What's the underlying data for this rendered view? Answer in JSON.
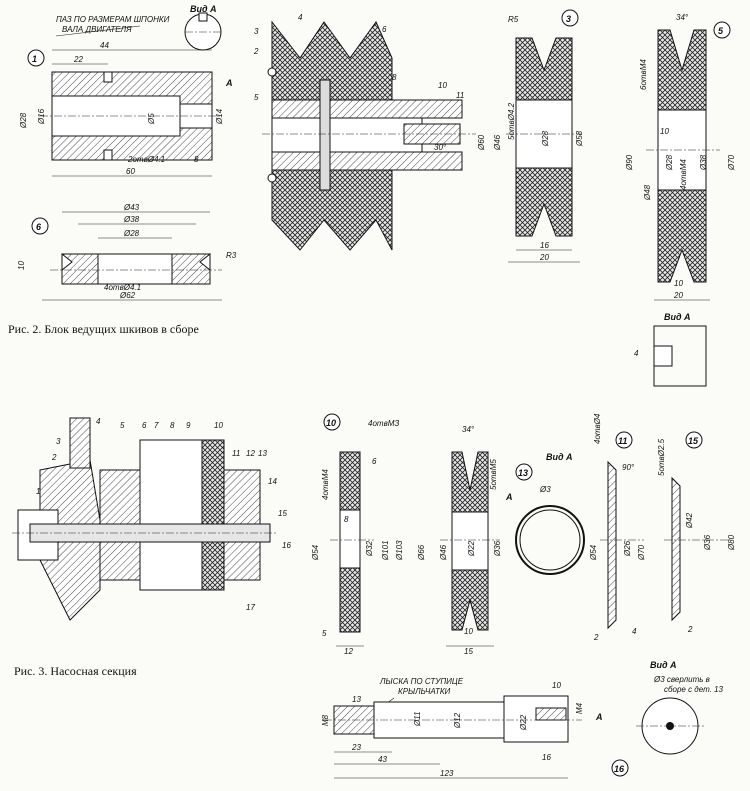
{
  "captions": {
    "fig2": "Рис. 2. Блок ведущих шкивов в сборе",
    "fig3": "Рис. 3. Насосная секция"
  },
  "views": {
    "vid_a": "Вид А",
    "arrow_a": "А"
  },
  "part1": {
    "num": "1",
    "note1": "ПАЗ ПО РАЗМЕРАМ ШПОНКИ",
    "note2": "ВАЛА ДВИГАТЕЛЯ",
    "d_total": "60",
    "d_44": "44",
    "d_22": "22",
    "d_8": "8",
    "d28": "Ø28",
    "d16": "Ø16",
    "d5": "Ø5",
    "d14": "Ø14",
    "holes": "2отвØ4.1"
  },
  "part6": {
    "num": "6",
    "d43": "Ø43",
    "d38": "Ø38",
    "d28": "Ø28",
    "d62": "Ø62",
    "h10": "10",
    "r3": "R3",
    "holes": "4отвØ4.1"
  },
  "assembly2": {
    "labels": [
      "2",
      "3",
      "4",
      "5",
      "6",
      "8",
      "10",
      "11"
    ],
    "angle": "30°"
  },
  "part3": {
    "num": "3",
    "r5": "R5",
    "d60": "Ø60",
    "d46": "Ø46",
    "holes": "5отвØ4.2",
    "d28": "Ø28",
    "d58": "Ø58",
    "w16": "16",
    "w20": "20"
  },
  "part5": {
    "num": "5",
    "angle": "34°",
    "d90": "Ø90",
    "d48": "Ø48",
    "holes_m4a": "6отвМ4",
    "holes_m4b": "4отвМ4",
    "d28": "Ø28",
    "d38": "Ø38",
    "d70": "Ø70",
    "w10": "10",
    "w10b": "10",
    "w20": "20",
    "h4": "4"
  },
  "fig3_labels": [
    "1",
    "2",
    "3",
    "4",
    "5",
    "6",
    "7",
    "8",
    "9",
    "10",
    "11",
    "12",
    "13",
    "14",
    "15",
    "16",
    "17"
  ],
  "part10": {
    "num": "10",
    "holes_m3": "4отвМЗ",
    "holes_m4": "4отвМ4",
    "d6": "6",
    "d54": "Ø54",
    "d8": "8",
    "d32": "Ø32",
    "d101": "Ø101",
    "d103": "Ø103",
    "w5": "5",
    "w12": "12"
  },
  "part_mid": {
    "angle": "34°",
    "holes": "5отвМ5",
    "d66": "Ø66",
    "d46": "Ø46",
    "d22": "Ø22",
    "d36": "Ø36",
    "w10": "10",
    "w15": "15"
  },
  "part13": {
    "num": "13",
    "d3": "Ø3"
  },
  "part11": {
    "num": "11",
    "holes": "4отвØ4",
    "angle": "90°",
    "d54": "Ø54",
    "d26": "Ø26",
    "d70": "Ø70",
    "w2": "2",
    "w4": "4"
  },
  "part15": {
    "num": "15",
    "holes": "5отвØ2.5",
    "d42": "Ø42",
    "d36": "Ø36",
    "d80": "Ø80",
    "w2": "2"
  },
  "part16": {
    "num": "16",
    "note1": "ЛЫСКА ПО СТУПИЦЕ",
    "note2": "КРЫЛЬЧАТКИ",
    "m8": "М8",
    "m4": "М4",
    "w13": "13",
    "w23": "23",
    "w43": "43",
    "w123": "123",
    "w16": "16",
    "w10": "10",
    "d11": "Ø11",
    "d12": "Ø12",
    "d22": "Ø22"
  },
  "drill_note": {
    "line1": "Ø3 сверлить в",
    "line2": "сборе с дет. 13"
  }
}
